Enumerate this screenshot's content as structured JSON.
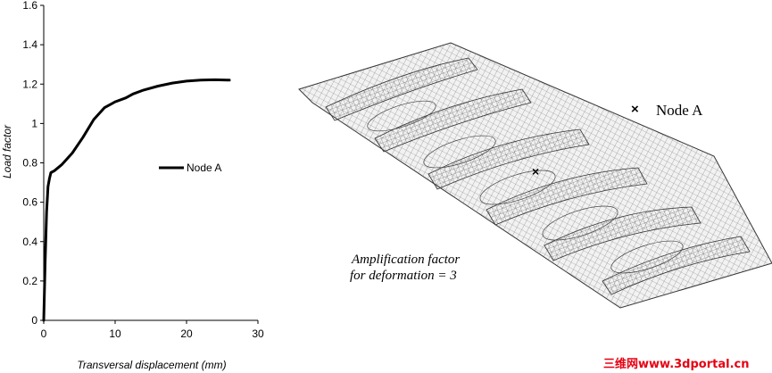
{
  "chart_data": {
    "type": "line",
    "xlabel": "Transversal displacement (mm)",
    "ylabel": "Load factor",
    "xlim": [
      0,
      30
    ],
    "ylim": [
      0,
      1.6
    ],
    "xticks": [
      0,
      10,
      20,
      30
    ],
    "yticks": [
      0,
      0.2,
      0.4,
      0.6,
      0.8,
      1,
      1.2,
      1.4,
      1.6
    ],
    "yticklabels": [
      "0",
      "0.2",
      "0.4",
      "0.6",
      "0.8",
      "1",
      "1.2",
      "1.4",
      "1.6"
    ],
    "grid": false,
    "legend_position": "center-right",
    "series": [
      {
        "name": "Node A",
        "color": "#000000",
        "x": [
          0,
          0.2,
          0.4,
          0.6,
          0.8,
          1.0,
          1.5,
          2.5,
          4.0,
          5.5,
          7.0,
          8.5,
          10.0,
          11.5,
          12.5,
          14.0,
          16.0,
          18.0,
          20.0,
          22.0,
          24.0,
          26.0
        ],
        "y": [
          0.0,
          0.3,
          0.55,
          0.68,
          0.72,
          0.75,
          0.76,
          0.79,
          0.85,
          0.93,
          1.02,
          1.08,
          1.11,
          1.13,
          1.15,
          1.17,
          1.19,
          1.205,
          1.215,
          1.22,
          1.222,
          1.22
        ]
      }
    ]
  },
  "figure": {
    "legend_label": "Node A",
    "node_marker": "×",
    "amplification_line1": "Amplification factor",
    "amplification_line2": "for deformation = 3"
  },
  "watermark": "三维网www.3dportal.cn"
}
